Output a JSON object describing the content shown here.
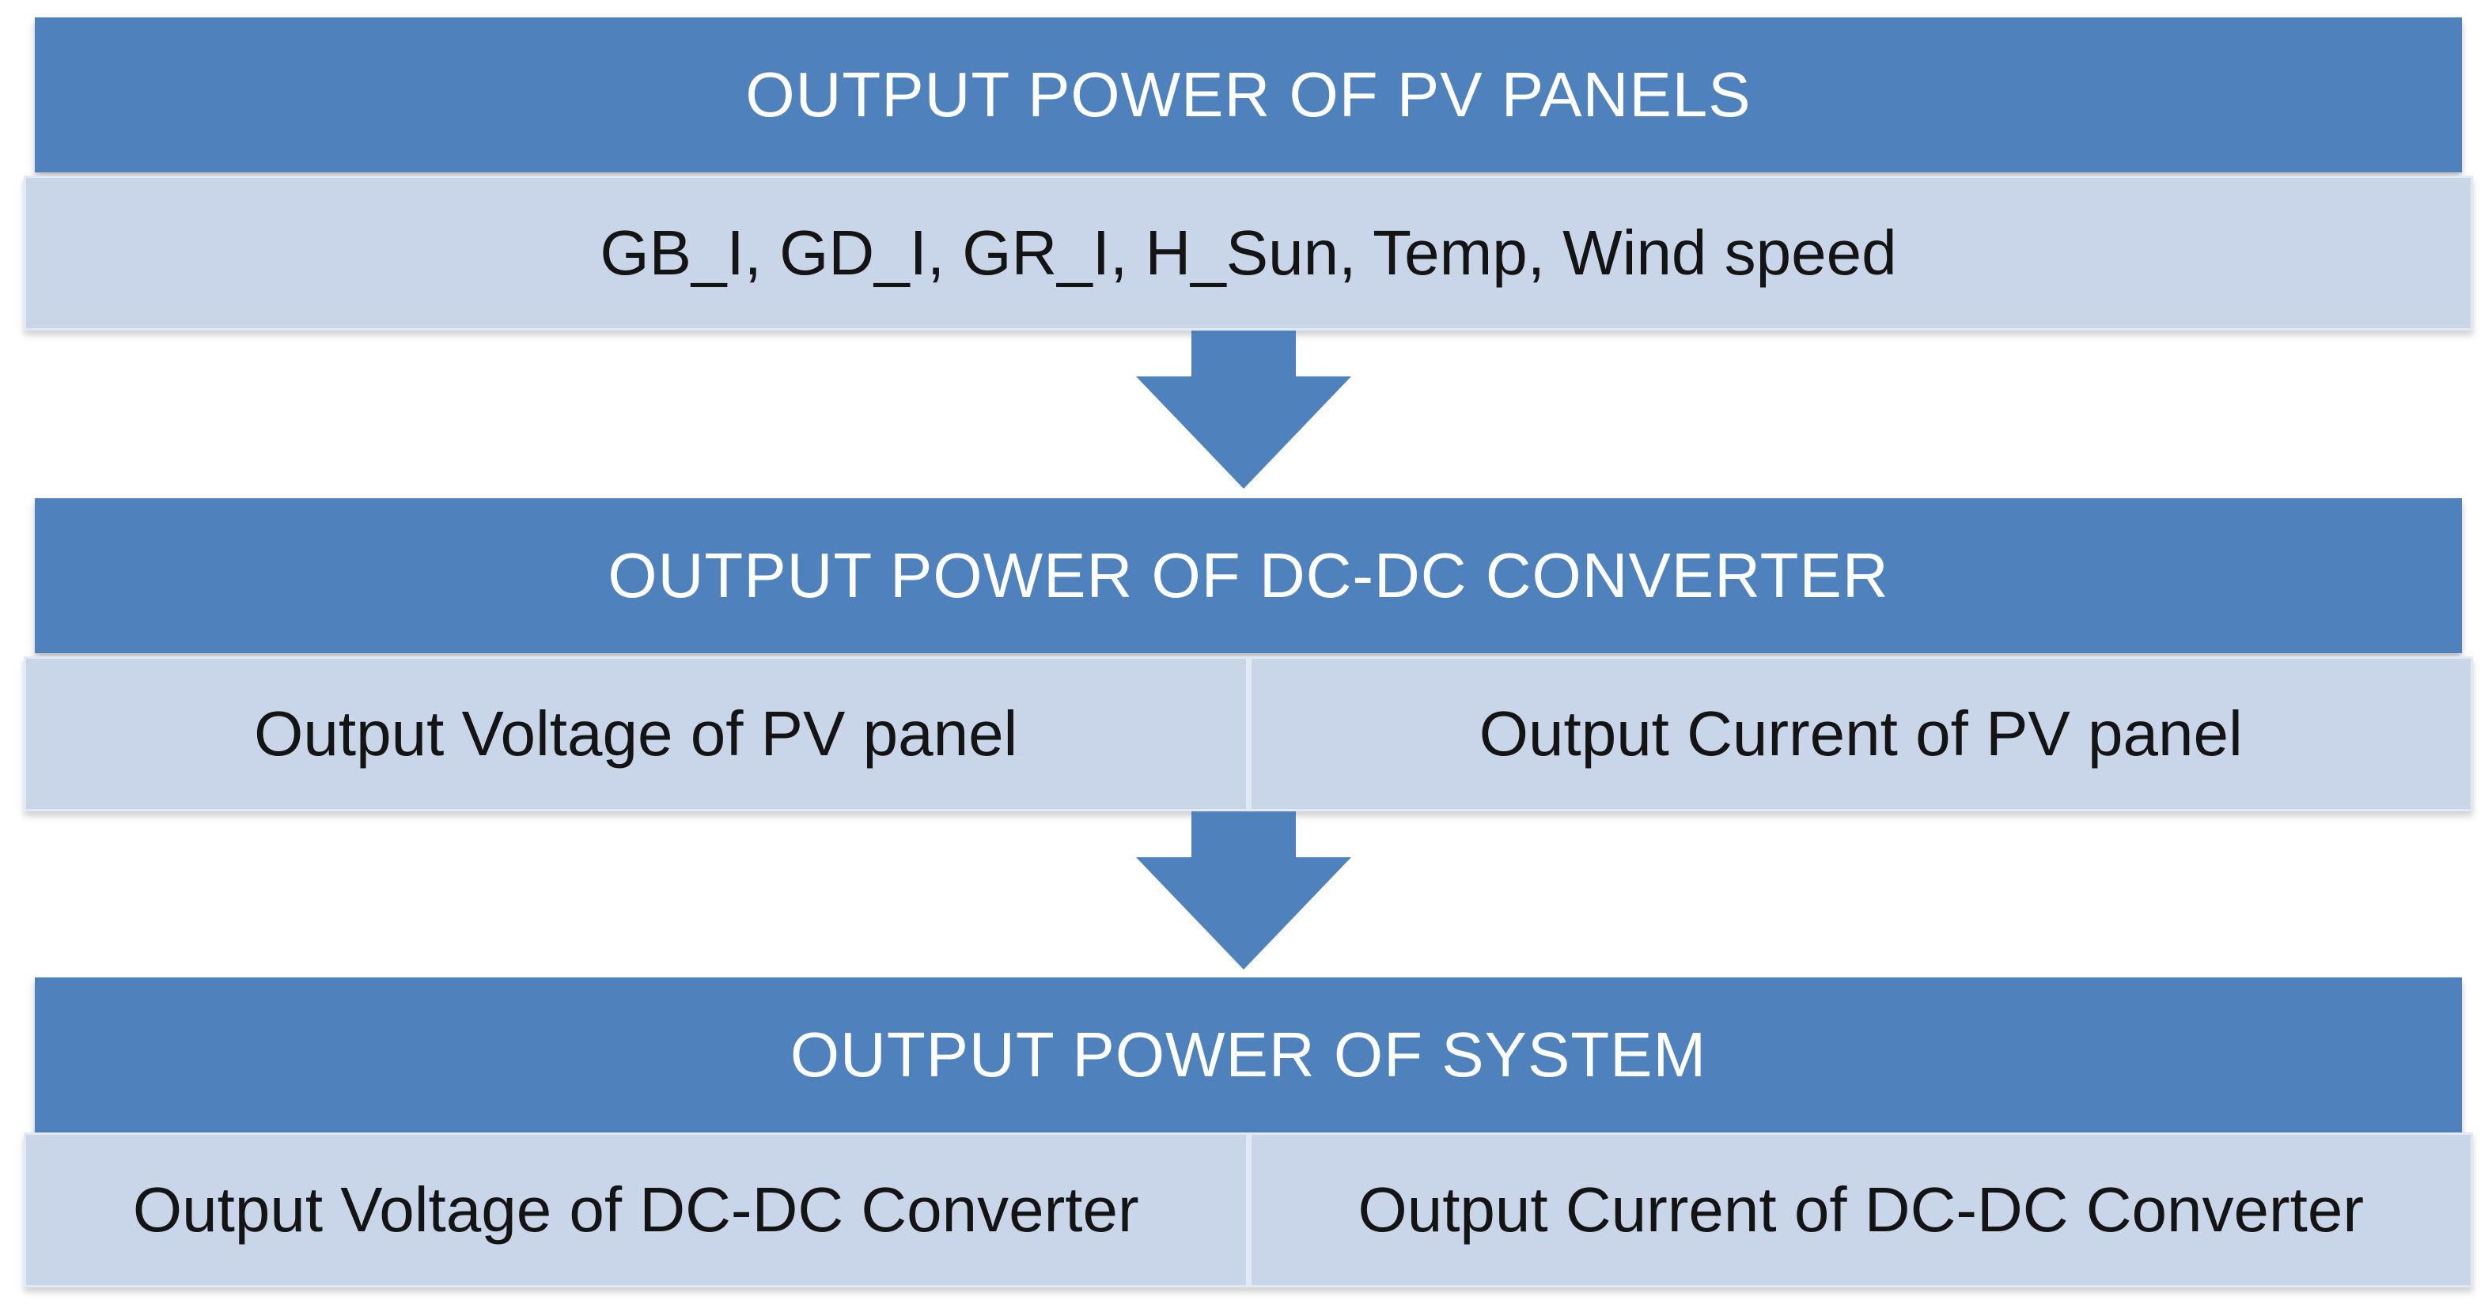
{
  "colors": {
    "header_band": "#4f81bd",
    "content_cell": "#c9d5e8",
    "arrow": "#4f81bd",
    "header_text": "#ffffff",
    "content_text": "#141414"
  },
  "stages": [
    {
      "title": "OUTPUT POWER OF PV PANELS",
      "items": [
        "GB_I, GD_I, GR_I, H_Sun, Temp, Wind speed"
      ]
    },
    {
      "title": "OUTPUT POWER OF DC-DC CONVERTER",
      "items": [
        "Output Voltage of PV panel",
        "Output Current of PV panel"
      ]
    },
    {
      "title": "OUTPUT POWER OF SYSTEM",
      "items": [
        "Output Voltage of DC-DC Converter",
        "Output Current of DC-DC Converter"
      ]
    }
  ],
  "arrows": [
    {
      "icon": "down-arrow-icon"
    },
    {
      "icon": "down-arrow-icon"
    }
  ]
}
